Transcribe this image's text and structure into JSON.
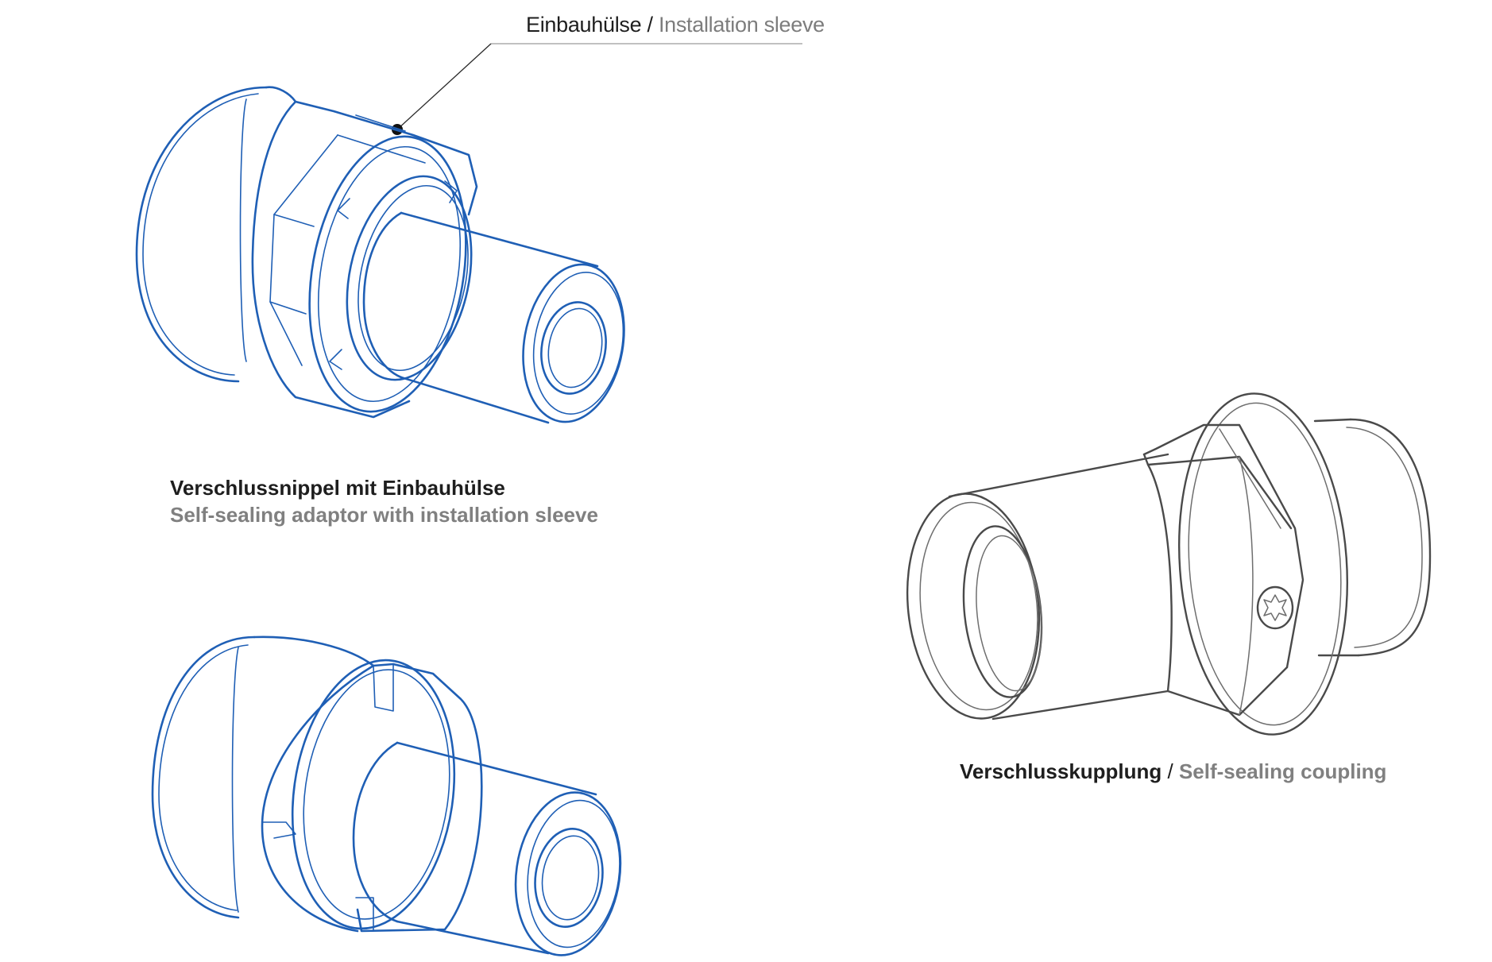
{
  "callout": {
    "de": "Einbauhülse",
    "separator": " / ",
    "en": "Installation sleeve"
  },
  "caption_adaptor": {
    "de": "Verschlussnippel mit Einbauhülse",
    "en": "Self-sealing adaptor with installation sleeve"
  },
  "caption_coupling": {
    "de": "Verschlusskupplung",
    "separator": " / ",
    "en": "Self-sealing coupling"
  },
  "colors": {
    "adaptor_stroke": "#1f5fb5",
    "coupling_stroke": "#4a4a4a",
    "german_text": "#1e1e1e",
    "english_text": "#808080"
  },
  "icons": [
    "torx-screw-icon"
  ]
}
